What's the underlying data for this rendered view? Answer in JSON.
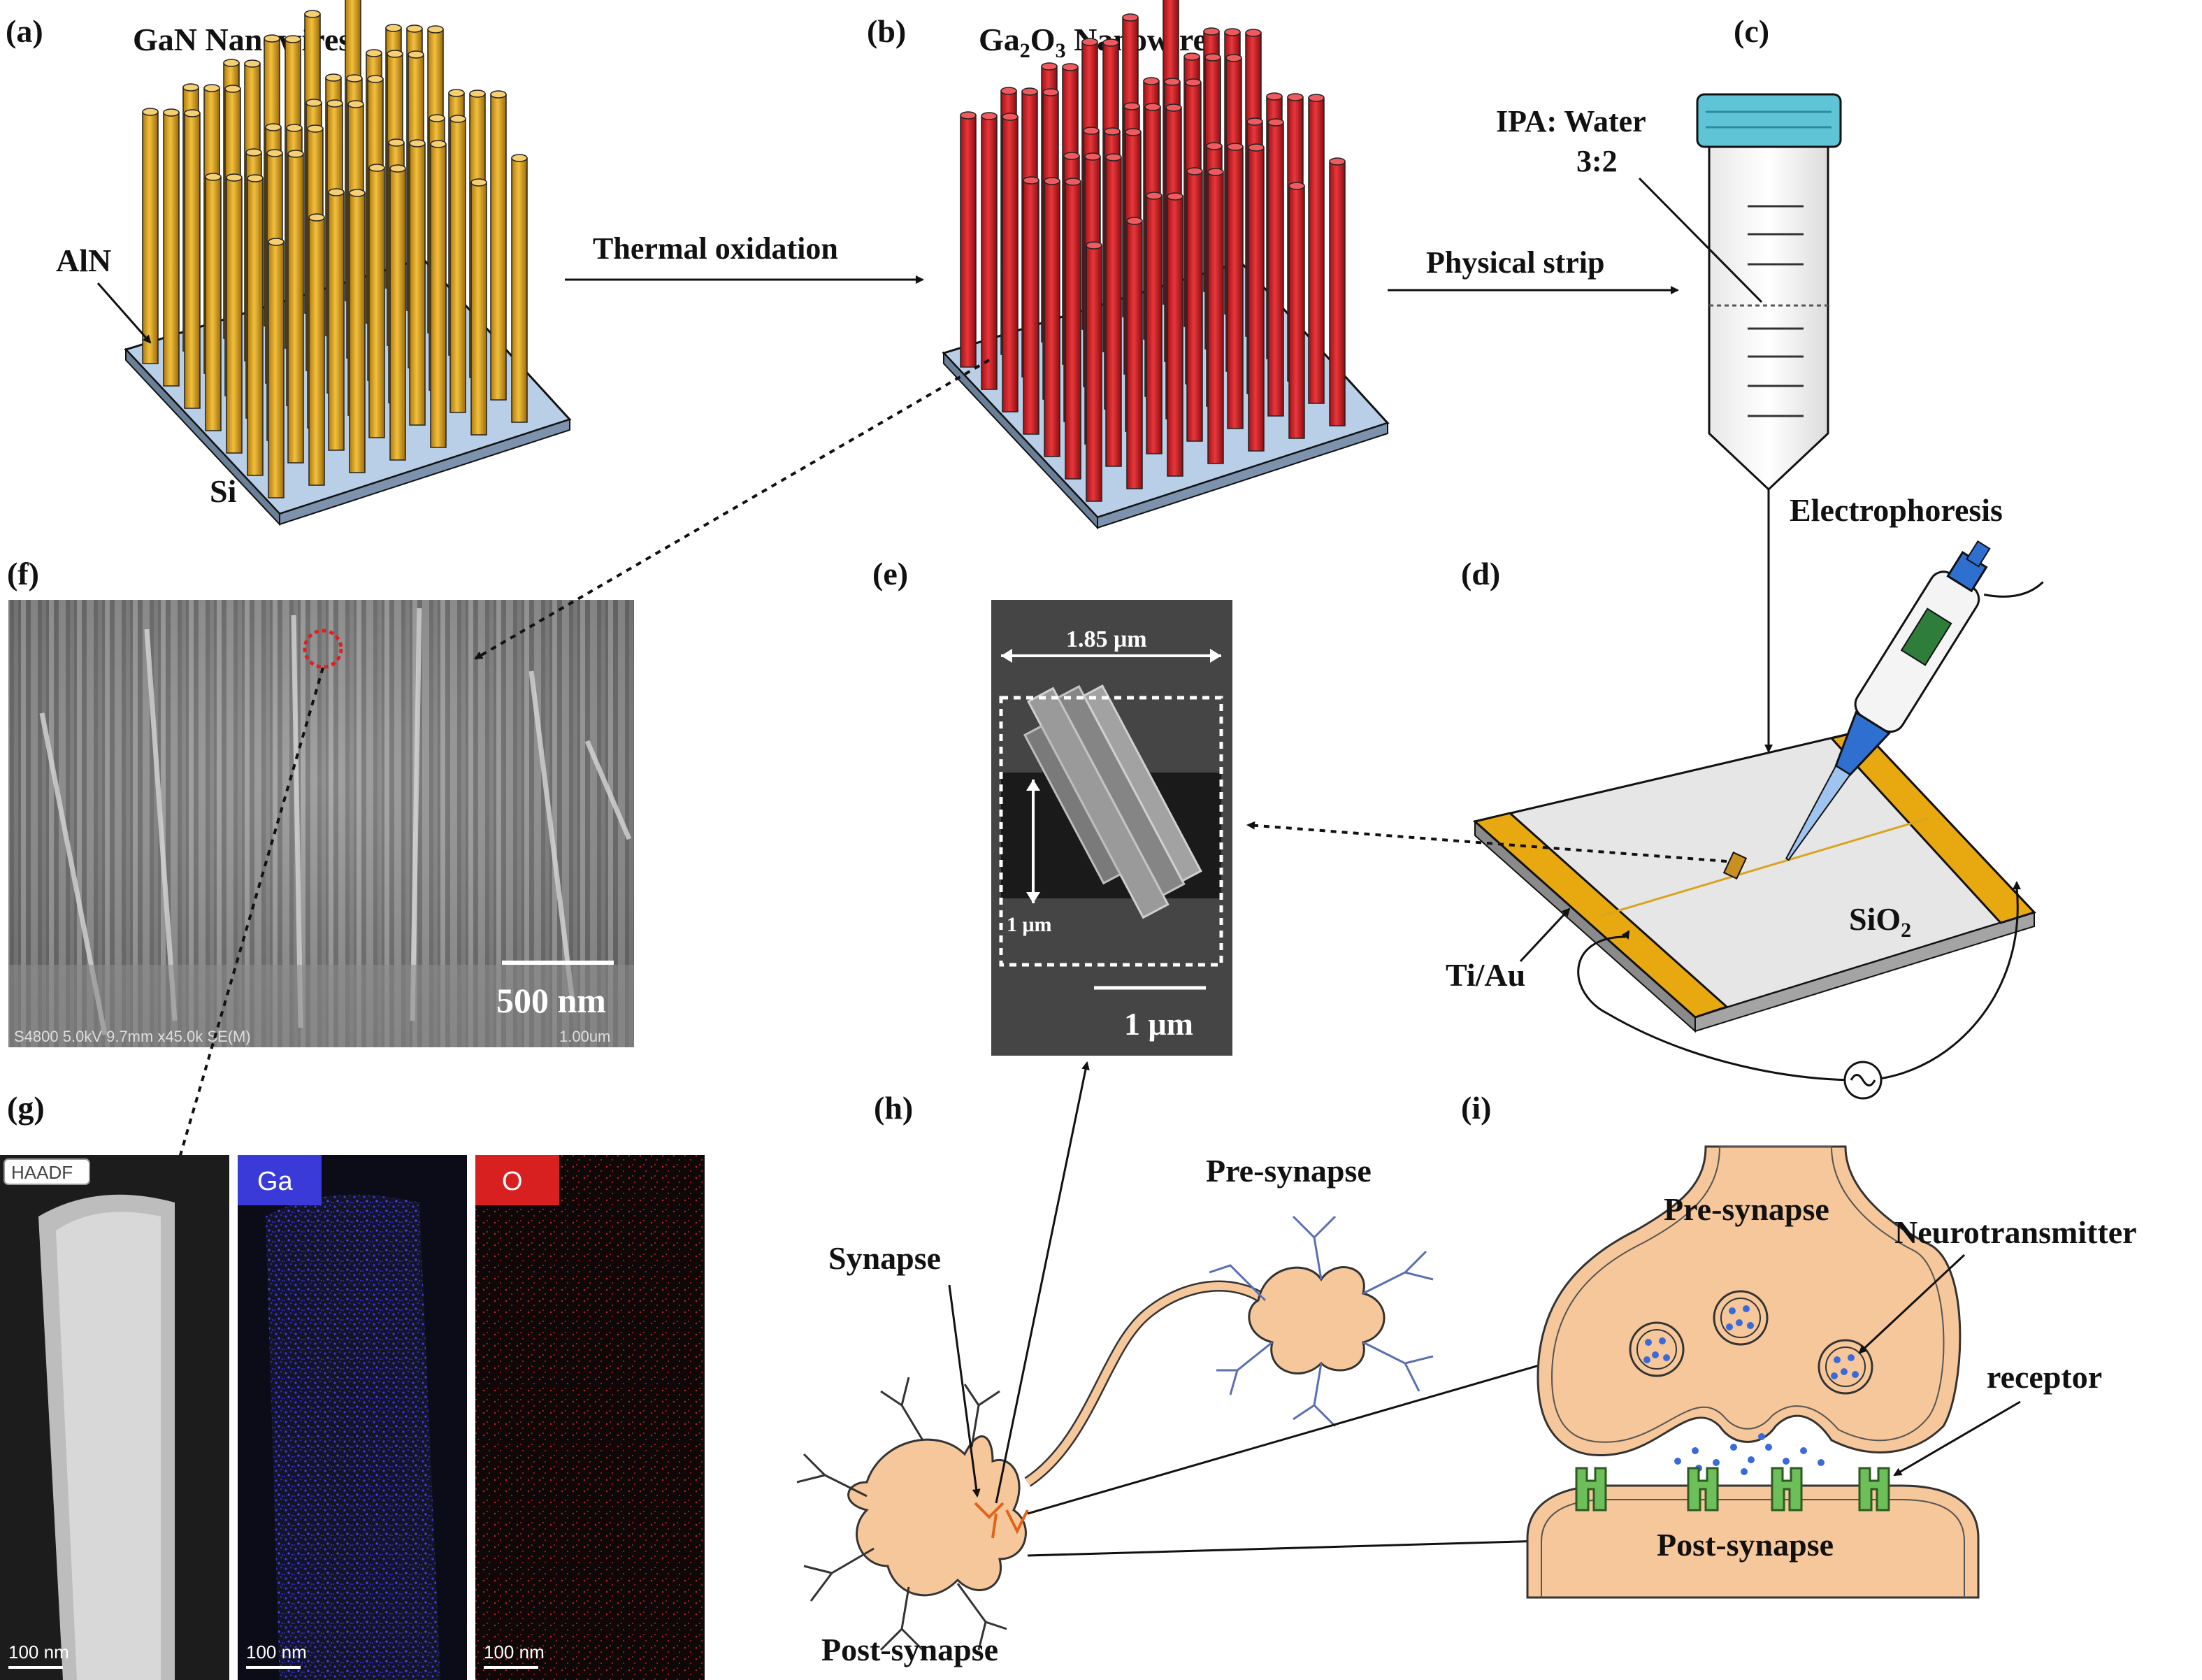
{
  "colors": {
    "gan_wire": "#e0a820",
    "ga2o3_wire": "#d4232a",
    "substrate": "#b9cfe8",
    "electrode": "#e8a810",
    "neuron": "#f6c79a",
    "tube_cap": "#5fc4d6",
    "eds_ga": "#3a3ad8",
    "eds_o": "#d82020"
  },
  "panels": {
    "a": {
      "label": "(a)",
      "title": "GaN Nanowires",
      "aln_label": "AlN",
      "si_label": "Si"
    },
    "b": {
      "label": "(b)",
      "title_prefix": "Ga",
      "title_sub1": "2",
      "title_mid": "O",
      "title_sub2": "3",
      "title_suffix": " Nanowires"
    },
    "c": {
      "label": "(c)",
      "solvent": "IPA: Water",
      "ratio": "3:2"
    },
    "d": {
      "label": "(d)",
      "process": "Electrophoresis",
      "electrode_label": "Ti/Au",
      "substrate_prefix": "SiO",
      "substrate_sub": "2"
    },
    "e": {
      "label": "(e)",
      "width": "1.85 μm",
      "height": "1 μm",
      "scalebar": "1 μm"
    },
    "f": {
      "label": "(f)",
      "scalebar": "500 nm",
      "info": "S4800 5.0kV 9.7mm x45.0k SE(M)",
      "info_right": "1.00um"
    },
    "g": {
      "label": "(g)",
      "maps": [
        {
          "tag": "HAADF",
          "scale": "100 nm"
        },
        {
          "tag": "Ga",
          "scale": "100 nm"
        },
        {
          "tag": "O",
          "scale": "100 nm"
        }
      ]
    },
    "h": {
      "label": "(h)",
      "synapse": "Synapse",
      "pre": "Pre-synapse",
      "post": "Post-synapse"
    },
    "i": {
      "label": "(i)",
      "pre": "Pre-synapse",
      "neurotransmitter": "Neurotransmitter",
      "receptor": "receptor",
      "post": "Post-synapse"
    }
  },
  "arrows": {
    "thermal": "Thermal oxidation",
    "strip": "Physical strip"
  }
}
